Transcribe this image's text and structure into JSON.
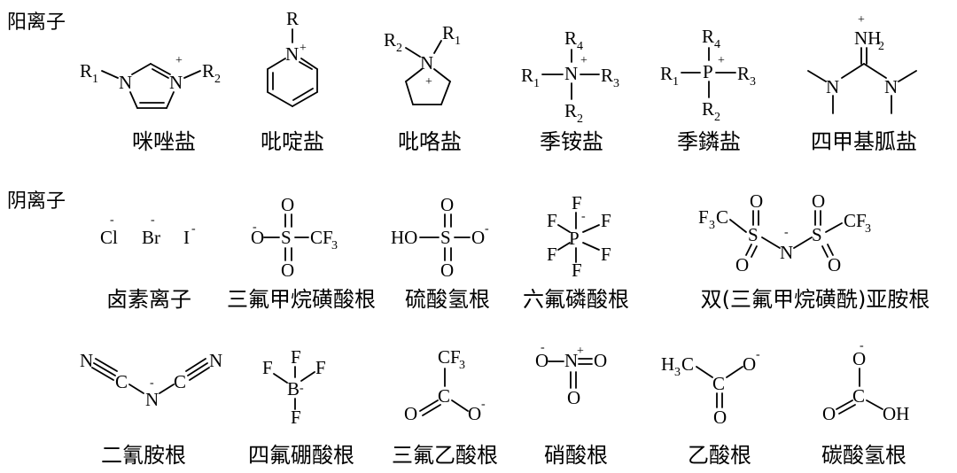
{
  "sections": {
    "cations": "阳离子",
    "anions": "阴离子"
  },
  "cations": [
    "咪唑盐",
    "吡啶盐",
    "吡咯盐",
    "季铵盐",
    "季鏻盐",
    "四甲基胍盐"
  ],
  "anions_row1": [
    "卤素离子",
    "三氟甲烷磺酸根",
    "硫酸氢根",
    "六氟磷酸根",
    "双(三氟甲烷磺酰)亚胺根"
  ],
  "anions_row2": [
    "二氰胺根",
    "四氟硼酸根",
    "三氟乙酸根",
    "硝酸根",
    "乙酸根",
    "碳酸氢根"
  ],
  "atoms": {
    "R": "R",
    "R1": "R",
    "R2": "R",
    "R3": "R",
    "R4": "R",
    "n1": "1",
    "n2": "2",
    "n3": "3",
    "n4": "4",
    "N": "N",
    "P": "P",
    "S": "S",
    "O": "O",
    "C": "C",
    "B": "B",
    "F": "F",
    "Cl": "Cl",
    "Br": "Br",
    "I": "I",
    "HO": "HO",
    "OH": "OH",
    "H": "H",
    "CF3": "CF",
    "F3C": "F",
    "H3C": "H",
    "NH2": "NH",
    "plus": "+",
    "minus": "-"
  }
}
